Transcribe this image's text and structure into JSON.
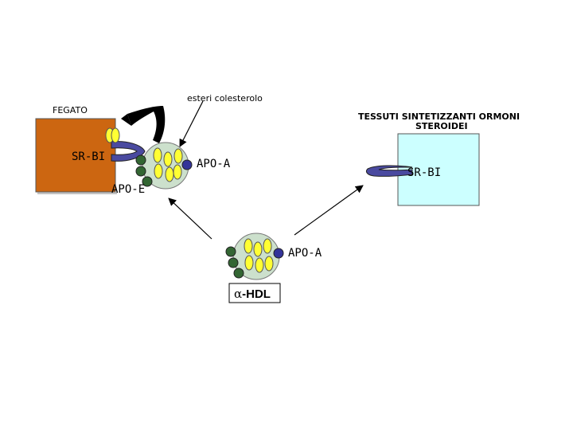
{
  "labels": {
    "liver": "FEGATO",
    "cholesterol_esters": "esteri colesterolo",
    "tissues_line1": "TESSUTI SINTETIZZANTI ORMONI",
    "tissues_line2": "STEROIDEI",
    "srbi_liver": "SR-BI",
    "srbi_tissue": "SR-BI",
    "apoa_top": "APO-A",
    "apoe": "APO-E",
    "apoa_bottom": "APO-A",
    "hdl_alpha": "α",
    "hdl_suffix": "-HDL"
  },
  "colors": {
    "liver": "#cc6611",
    "tissue": "#ccffff",
    "particle": "#cce0cc",
    "lipid": "#ffff33",
    "apoa": "#333399",
    "apoe": "#336633",
    "receptor": "#4a4aa0"
  }
}
